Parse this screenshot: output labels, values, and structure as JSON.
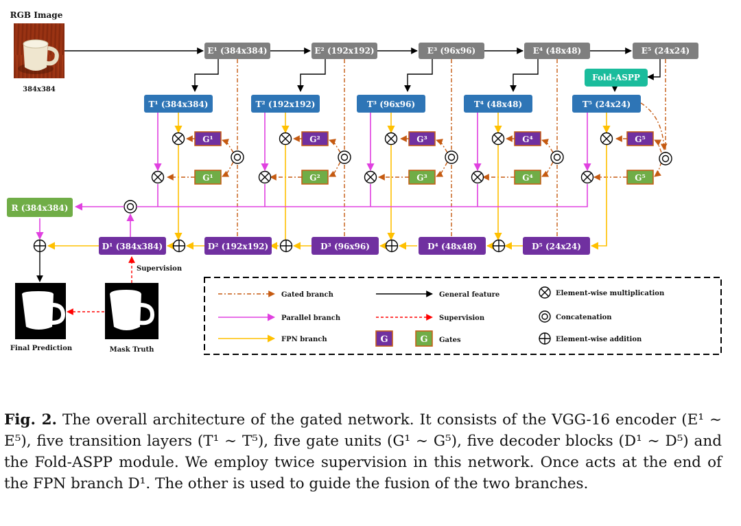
{
  "image": {
    "title": "RGB Image",
    "size": "384x384"
  },
  "encoder": [
    {
      "label": "E¹ (384x384)"
    },
    {
      "label": "E² (192x192)"
    },
    {
      "label": "E³ (96x96)"
    },
    {
      "label": "E⁴ (48x48)"
    },
    {
      "label": "E⁵ (24x24)"
    }
  ],
  "fold_aspp": "Fold-ASPP",
  "transition": [
    {
      "label": "T¹ (384x384)"
    },
    {
      "label": "T² (192x192)"
    },
    {
      "label": "T³ (96x96)"
    },
    {
      "label": "T⁴ (48x48)"
    },
    {
      "label": "T⁵ (24x24)"
    }
  ],
  "gates": [
    "G¹",
    "G²",
    "G³",
    "G⁴",
    "G⁵"
  ],
  "decoder": [
    {
      "label": "D¹ (384x384)"
    },
    {
      "label": "D² (192x192)"
    },
    {
      "label": "D³ (96x96)"
    },
    {
      "label": "D⁴ (48x48)"
    },
    {
      "label": "D⁵ (24x24)"
    }
  ],
  "r_block": "R (384x384)",
  "supervision_label": "Supervision",
  "final_prediction": "Final Prediction",
  "mask_truth": "Mask Truth",
  "legend": {
    "gated": "Gated branch",
    "general": "General feature",
    "mult": "Element-wise multiplication",
    "parallel": "Parallel branch",
    "supervision": "Supervision",
    "concat": "Concatenation",
    "fpn": "FPN branch",
    "gate_letter": "G",
    "gates": "Gates",
    "add": "Element-wise addition"
  },
  "caption": {
    "fig": "Fig. 2.",
    "text": "The overall architecture of the gated network. It consists of the VGG-16 encoder (E¹ ∼ E⁵), five transition layers (T¹ ∼ T⁵), five gate units (G¹ ∼ G⁵), five decoder blocks (D¹ ∼ D⁵) and the Fold-ASPP module. We employ twice supervision in this network. Once acts at the end of the FPN branch D¹. The other is used to guide the fusion of the two branches."
  },
  "colors": {
    "encoder": "#7f7f7f",
    "transition": "#2e75b6",
    "decoder": "#7030a0",
    "gate_purple": "#7030a0",
    "gate_green": "#70ad47",
    "fold_aspp": "#1abc9c",
    "r_block": "#70ad47",
    "gated": "#c55a11",
    "parallel": "#e040e0",
    "fpn": "#ffc000",
    "supervision": "#ff0000"
  }
}
